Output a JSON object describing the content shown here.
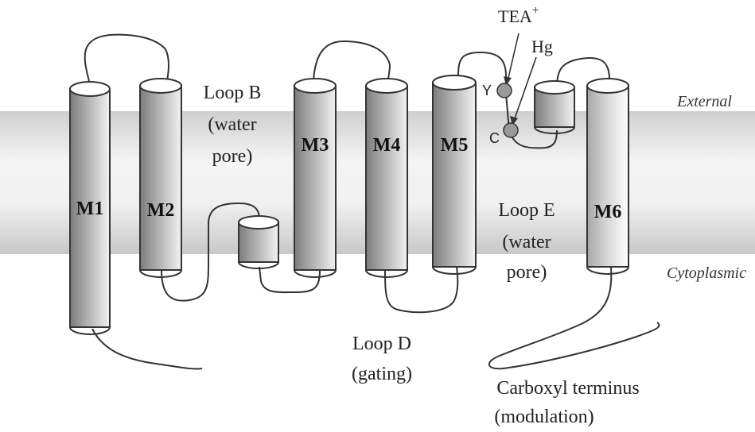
{
  "regions": {
    "external": "External",
    "cytoplasmic": "Cytoplasmic"
  },
  "helices": {
    "m1": "M1",
    "m2": "M2",
    "m3": "M3",
    "m4": "M4",
    "m5": "M5",
    "m6": "M6"
  },
  "loops": {
    "b_line1": "Loop B",
    "b_line2": "(water",
    "b_line3": "pore)",
    "d_line1": "Loop D",
    "d_line2": "(gating)",
    "e_line1": "Loop E",
    "e_line2": "(water",
    "e_line3": "pore)"
  },
  "carboxyl": {
    "line1": "Carboxyl terminus",
    "line2": "(modulation)"
  },
  "binding": {
    "tea": "TEA",
    "tea_charge": "+",
    "hg": "Hg"
  },
  "residues": {
    "y": "Y",
    "c": "C"
  },
  "colors": {
    "membrane": "#d4d4d4",
    "helix_dark": "#8c8c8c",
    "residue": "#9a9a9a",
    "outline": "#333333"
  }
}
